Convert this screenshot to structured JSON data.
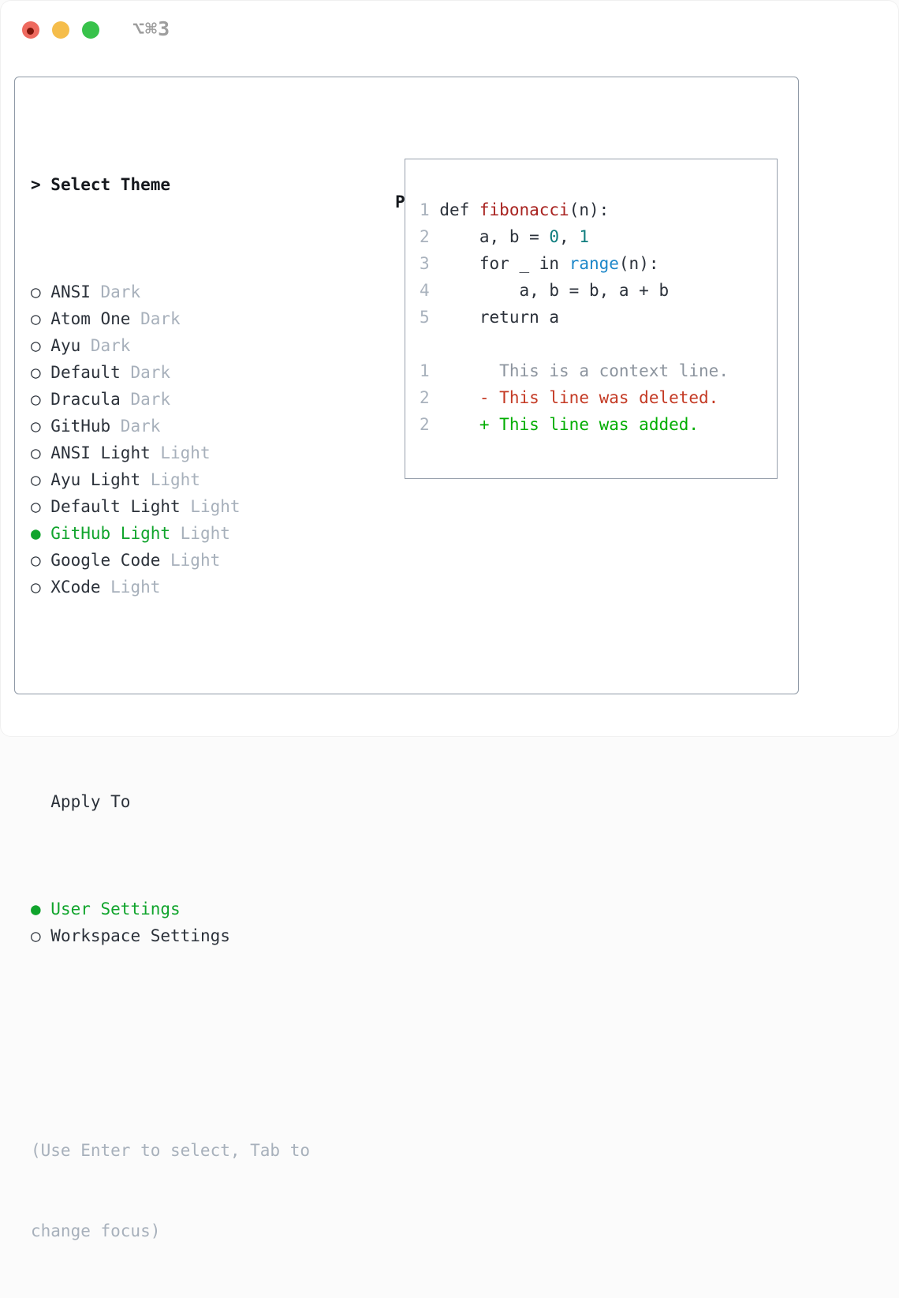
{
  "window": {
    "title": "⌥⌘3"
  },
  "icons": {
    "radio_selected": "●",
    "radio_unselected": "○",
    "prompt": "> "
  },
  "theme_panel": {
    "heading": "Select Theme",
    "themes": [
      {
        "name": "ANSI",
        "variant": "Dark",
        "selected": false
      },
      {
        "name": "Atom One",
        "variant": "Dark",
        "selected": false
      },
      {
        "name": "Ayu",
        "variant": "Dark",
        "selected": false
      },
      {
        "name": "Default",
        "variant": "Dark",
        "selected": false
      },
      {
        "name": "Dracula",
        "variant": "Dark",
        "selected": false
      },
      {
        "name": "GitHub",
        "variant": "Dark",
        "selected": false
      },
      {
        "name": "ANSI Light",
        "variant": "Light",
        "selected": false
      },
      {
        "name": "Ayu Light",
        "variant": "Light",
        "selected": false
      },
      {
        "name": "Default Light",
        "variant": "Light",
        "selected": false
      },
      {
        "name": "GitHub Light",
        "variant": "Light",
        "selected": true
      },
      {
        "name": "Google Code",
        "variant": "Light",
        "selected": false
      },
      {
        "name": "XCode",
        "variant": "Light",
        "selected": false
      }
    ],
    "apply_heading": "Apply To",
    "apply_options": [
      {
        "label": "User Settings",
        "selected": true
      },
      {
        "label": "Workspace Settings",
        "selected": false
      }
    ],
    "help": [
      "(Use Enter to select, Tab to",
      "change focus)"
    ]
  },
  "preview": {
    "heading": "Preview",
    "lines": [
      {
        "num": "1",
        "tokens": [
          {
            "text": "def ",
            "style": "plain"
          },
          {
            "text": "fibonacci",
            "style": "function"
          },
          {
            "text": "(n):",
            "style": "plain"
          }
        ]
      },
      {
        "num": "2",
        "tokens": [
          {
            "text": "    a, b = ",
            "style": "plain"
          },
          {
            "text": "0",
            "style": "number"
          },
          {
            "text": ", ",
            "style": "plain"
          },
          {
            "text": "1",
            "style": "number"
          }
        ]
      },
      {
        "num": "3",
        "tokens": [
          {
            "text": "    for _ in ",
            "style": "plain"
          },
          {
            "text": "range",
            "style": "builtin"
          },
          {
            "text": "(n):",
            "style": "plain"
          }
        ]
      },
      {
        "num": "4",
        "tokens": [
          {
            "text": "        a, b = b, a + b",
            "style": "plain"
          }
        ]
      },
      {
        "num": "5",
        "tokens": [
          {
            "text": "    return a",
            "style": "plain"
          }
        ]
      },
      {
        "num": "",
        "tokens": []
      },
      {
        "num": "1",
        "tokens": [
          {
            "text": "      This is a context line.",
            "style": "context"
          }
        ]
      },
      {
        "num": "2",
        "tokens": [
          {
            "text": "    - This line was deleted.",
            "style": "deleted"
          }
        ]
      },
      {
        "num": "2",
        "tokens": [
          {
            "text": "    + This line was added.",
            "style": "added"
          }
        ]
      }
    ]
  },
  "colors": {
    "selection_green": "#10a42c",
    "added_green": "#00ad00",
    "deleted_red": "#c43a24",
    "function_red": "#a82320",
    "number_teal": "#0f7d7e",
    "builtin_blue": "#1c87c9",
    "text": "#2b313a",
    "muted_gray": "#a7b0bb",
    "context_gray": "#8c949e",
    "panel_border": "#8f99a6",
    "preview_border": "#98a1ad",
    "titlebar_gray": "#9e9e9e",
    "traffic_red": "#ee6a5f",
    "traffic_yellow": "#f5bd4b",
    "traffic_green": "#38c24b"
  }
}
